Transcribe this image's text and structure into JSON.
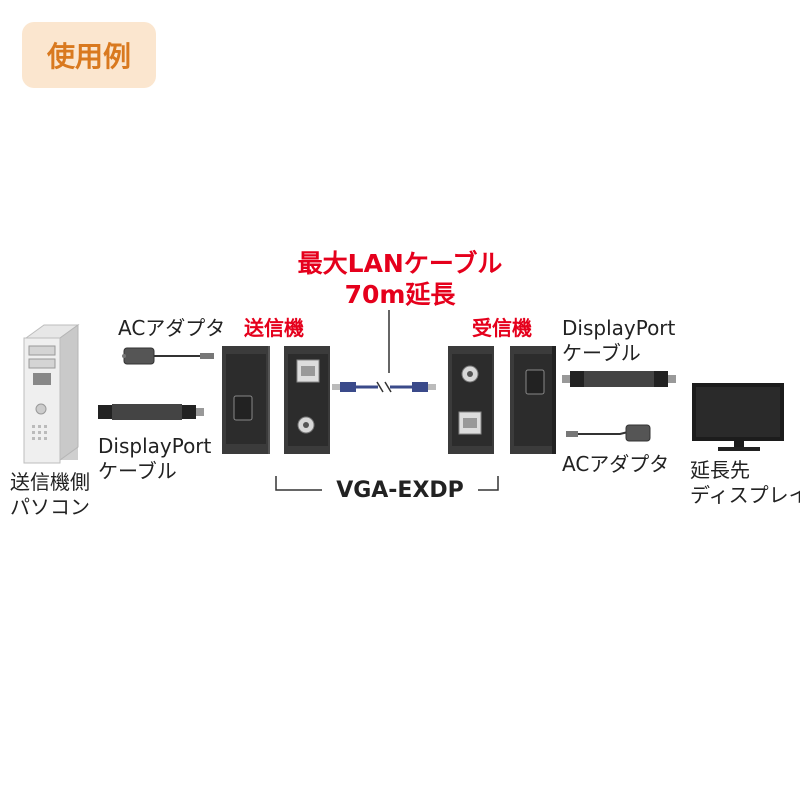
{
  "badge": "使用例",
  "lan_cable": {
    "line1": "最大LANケーブル",
    "line2": "70m延長"
  },
  "model": "VGA-EXDP",
  "sender": "送信機",
  "receiver": "受信機",
  "ac_adapter_left": "ACアダプタ",
  "ac_adapter_right": "ACアダプタ",
  "dp_cable_left": {
    "line1": "DisplayPort",
    "line2": "ケーブル"
  },
  "dp_cable_right": {
    "line1": "DisplayPort",
    "line2": "ケーブル"
  },
  "pc": {
    "line1": "送信機側",
    "line2": "パソコン"
  },
  "display": {
    "line1": "延長先",
    "line2": "ディスプレイ"
  },
  "colors": {
    "badge_bg": "#fbe6cf",
    "badge_text": "#d9791f",
    "accent_red": "#e5001c"
  }
}
